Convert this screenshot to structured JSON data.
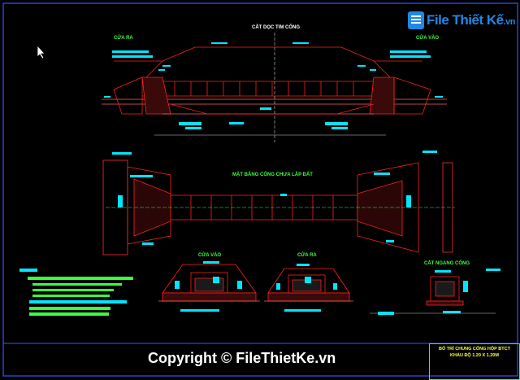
{
  "labels": {
    "section_title": "CẮT DỌC TIM CỐNG",
    "outlet_top": "CỬA RA",
    "inlet_top": "CỬA VÀO",
    "plan_title": "MẶT BẰNG CỐNG CHƯA LẤP ĐẤT",
    "inlet_elev": "CỬA VÀO",
    "outlet_elev": "CỬA RA",
    "cross_section": "CẮT NGANG CỐNG"
  },
  "watermark": {
    "brand": "File Thiết Kế",
    "tld": ".vn",
    "copyright": "Copyright © FileThietKe.vn"
  },
  "title_block": {
    "line1": "BỐ TRÍ CHUNG CỐNG HỘP BTCT",
    "line2": "KHẨU ĐỘ 1.20 X 1.20M"
  },
  "colors": {
    "background": "#000000",
    "structure": "#ff2020",
    "dimension": "#00ffff",
    "note": "#33ff33",
    "frame": "#3355ff",
    "brand": "#1e88e5"
  }
}
